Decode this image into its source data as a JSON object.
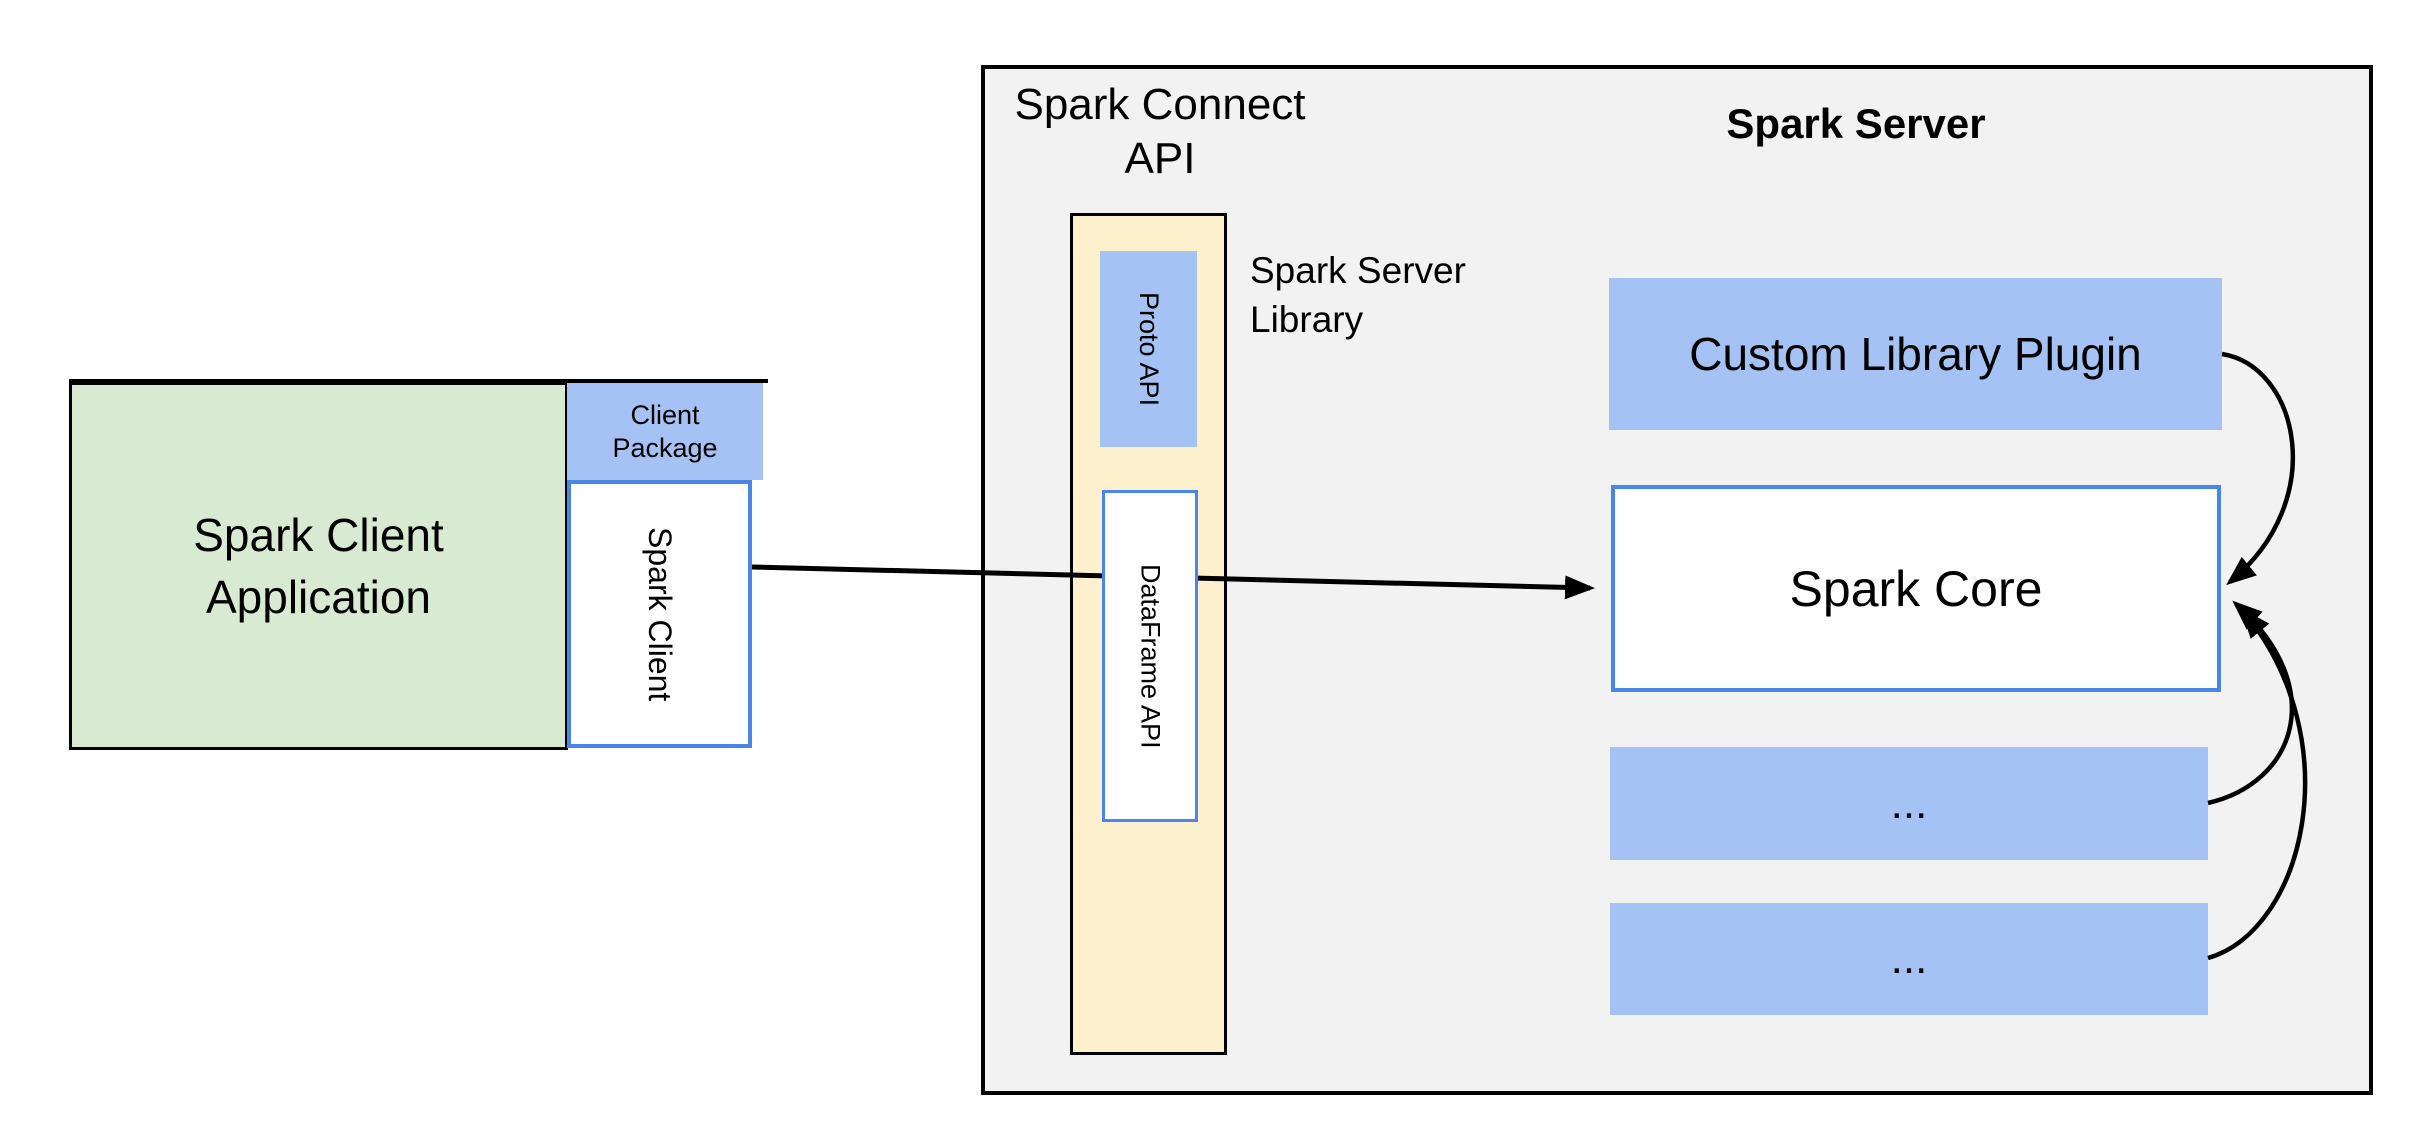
{
  "client_app": {
    "line1": "Spark Client",
    "line2": "Application"
  },
  "client_package": {
    "line1": "Client",
    "line2": "Package"
  },
  "spark_client_box": {
    "label": "Spark Client"
  },
  "connect_api_title": {
    "line1": "Spark Connect",
    "line2": "API"
  },
  "spark_server_title": {
    "label": "Spark Server"
  },
  "server_library_label": {
    "line1": "Spark Server",
    "line2": "Library"
  },
  "proto_api": {
    "label": "Proto API"
  },
  "dataframe_api": {
    "label": "DataFrame API"
  },
  "custom_plugin": {
    "label": "Custom Library Plugin"
  },
  "spark_core": {
    "label": "Spark Core"
  },
  "plugin_slot_1": {
    "label": "..."
  },
  "plugin_slot_2": {
    "label": "..."
  },
  "colors": {
    "green_fill": "#d9ead3",
    "blue_fill": "#a4c2f4",
    "yellow_fill": "#fdf0cd",
    "gray_fill": "#f2f2f2",
    "blue_border": "#4a86e8",
    "line_color": "#000000",
    "background": "#ffffff"
  }
}
